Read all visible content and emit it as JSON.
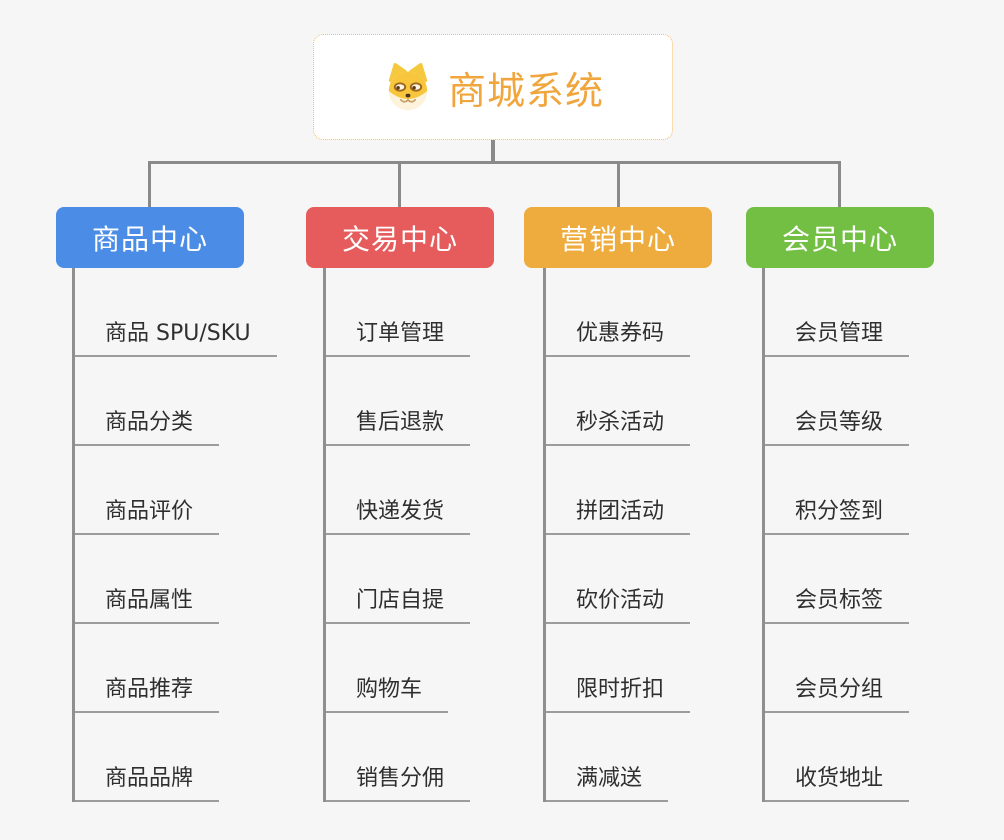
{
  "page": {
    "background": "#f6f6f7",
    "connector_color": "#8a8a8a"
  },
  "root": {
    "title": "商城系统",
    "icon": "doge-icon",
    "text_color": "#f0a53d",
    "border_color": "#f3b95f"
  },
  "branches": [
    {
      "label": "商品中心",
      "color": "#4a8ce6",
      "items": [
        "商品 SPU/SKU",
        "商品分类",
        "商品评价",
        "商品属性",
        "商品推荐",
        "商品品牌"
      ]
    },
    {
      "label": "交易中心",
      "color": "#e65c5c",
      "items": [
        "订单管理",
        "售后退款",
        "快递发货",
        "门店自提",
        "购物车",
        "销售分佣"
      ]
    },
    {
      "label": "营销中心",
      "color": "#efac3e",
      "items": [
        "优惠券码",
        "秒杀活动",
        "拼团活动",
        "砍价活动",
        "限时折扣",
        "满减送"
      ]
    },
    {
      "label": "会员中心",
      "color": "#72bf44",
      "items": [
        "会员管理",
        "会员等级",
        "积分签到",
        "会员标签",
        "会员分组",
        "收货地址"
      ]
    }
  ]
}
